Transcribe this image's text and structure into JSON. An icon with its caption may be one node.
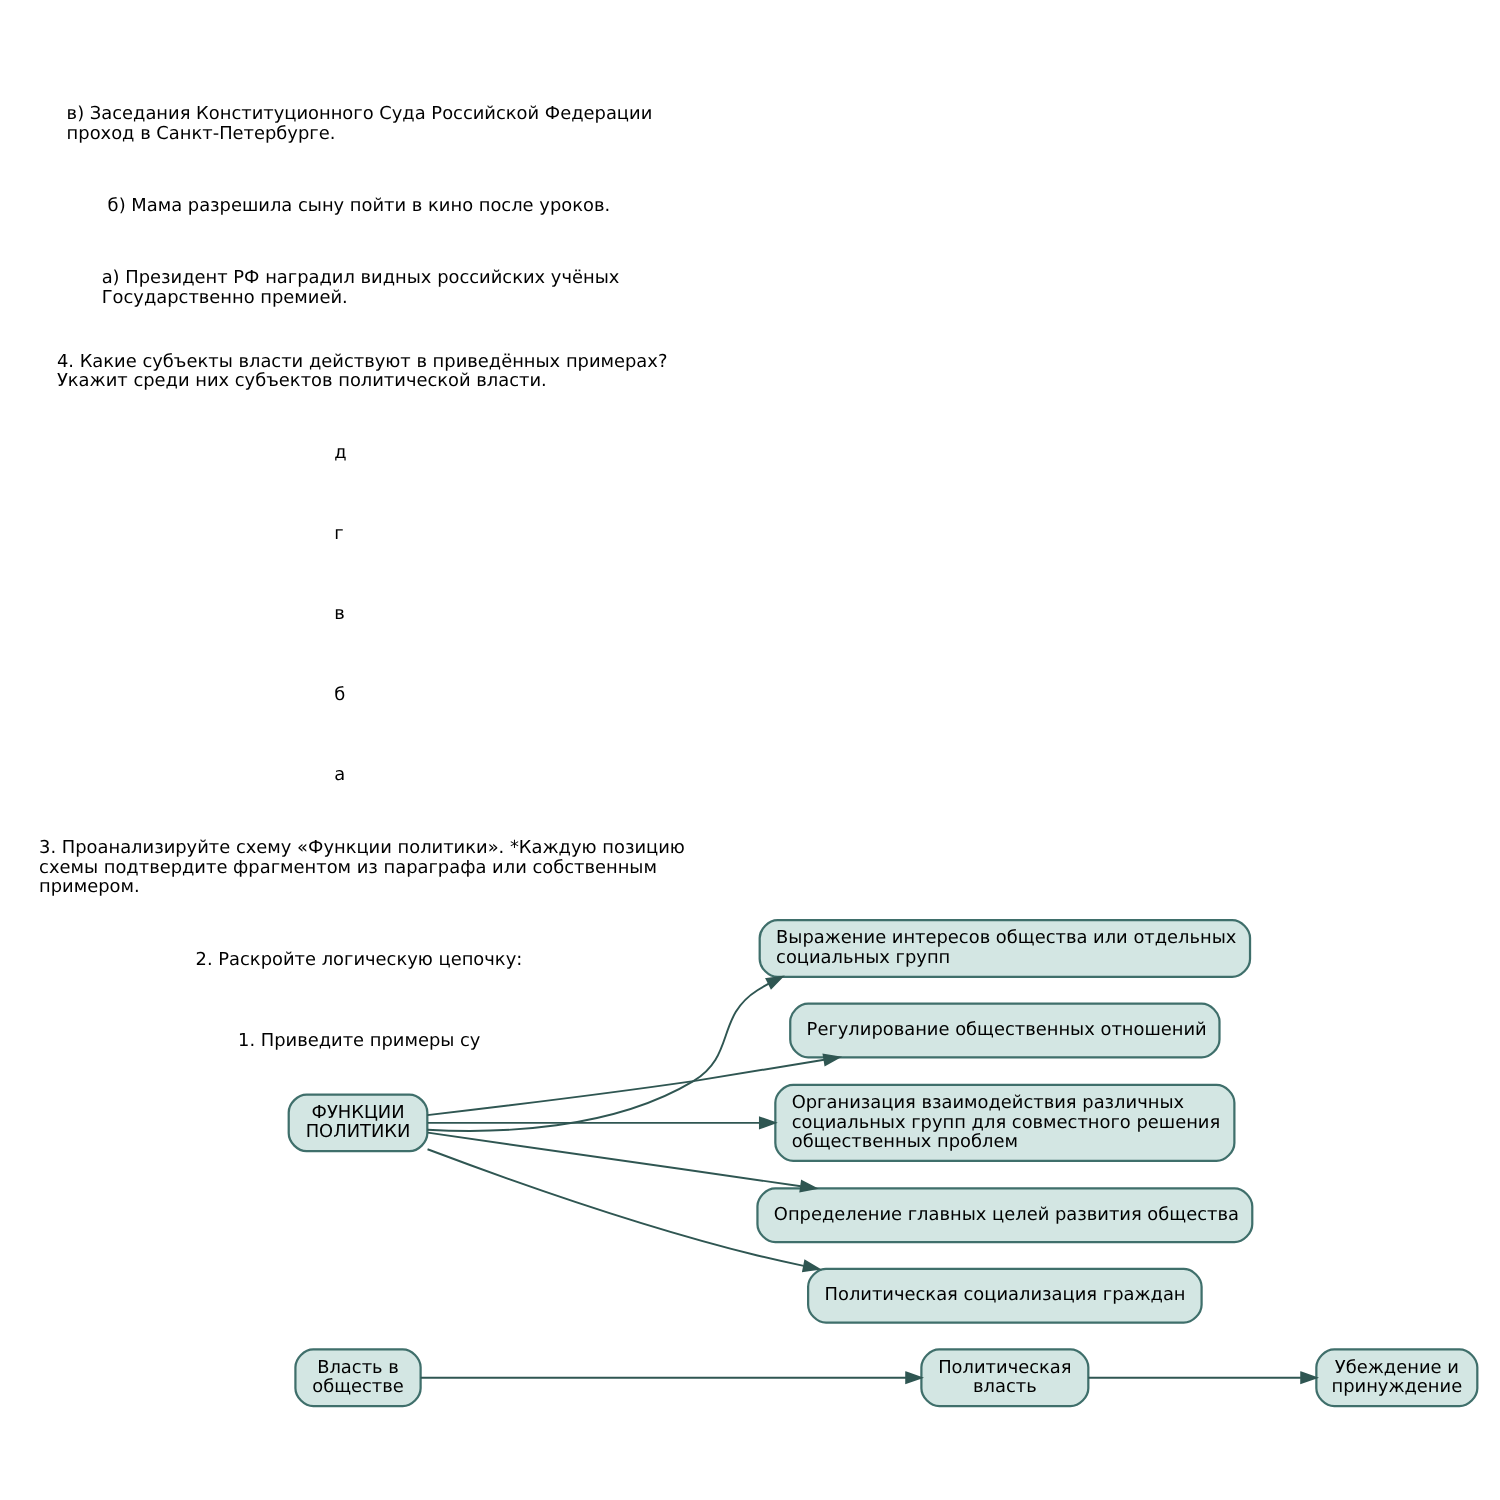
{
  "diagram": {
    "nodes": [
      {
        "text": [
          "Власть в обществе"
        ]
      },
      {
        "text": [
          "Политическая власть"
        ]
      },
      {
        "text": [
          "Убеждение и принуждение"
        ]
      },
      {
        "text": [
          "ФУНКЦИИ ПОЛИТИКИ"
        ]
      },
      {
        "text": [
          "Выражение интересов общества или отдельных социальных групп"
        ]
      },
      {
        "text": [
          "Регулирование общественных отношений"
        ]
      },
      {
        "text": [
          "Организация взаимодействия различных социальных групп для совместного решения общественных проблем"
        ]
      },
      {
        "text": [
          "Определение главных целей развития общества"
        ]
      },
      {
        "text": [
          "Политическая социализация граждан"
        ]
      }
    ],
    "edges": [
      {
        "from": 0,
        "to": 1,
        "arrow": "to"
      },
      {
        "from": 1,
        "to": 2,
        "arrow": "to"
      },
      {
        "from": 3,
        "to": 4,
        "arrow": "to"
      },
      {
        "from": 3,
        "to": 5,
        "arrow": "to"
      },
      {
        "from": 3,
        "to": 6,
        "arrow": "to"
      },
      {
        "from": 3,
        "to": 7,
        "arrow": "to"
      },
      {
        "from": 3,
        "to": 8,
        "arrow": "to"
      }
    ],
    "labels": [
      "1. Приведите примеры су",
      "2. Раскройте логическую цепочку:",
      "3. Проанализируйте схему «Функции политики». *Каждую позицию схемы подтвердите фрагментом из параграфа или собственным примером.",
      "а",
      "б",
      "в",
      "г",
      "д",
      "4. Какие субъекты власти действуют в приведённых примерах? Укажит среди них субъектов политической власти.",
      "а) Президент РФ наградил видных российских учёных Государственно премией.",
      "б) Мама разрешила сыну пойти в кино после уроков.",
      "в) Заседания Конституционного Суда Российской Федерации проход в Санкт-Петербурге."
    ]
  }
}
